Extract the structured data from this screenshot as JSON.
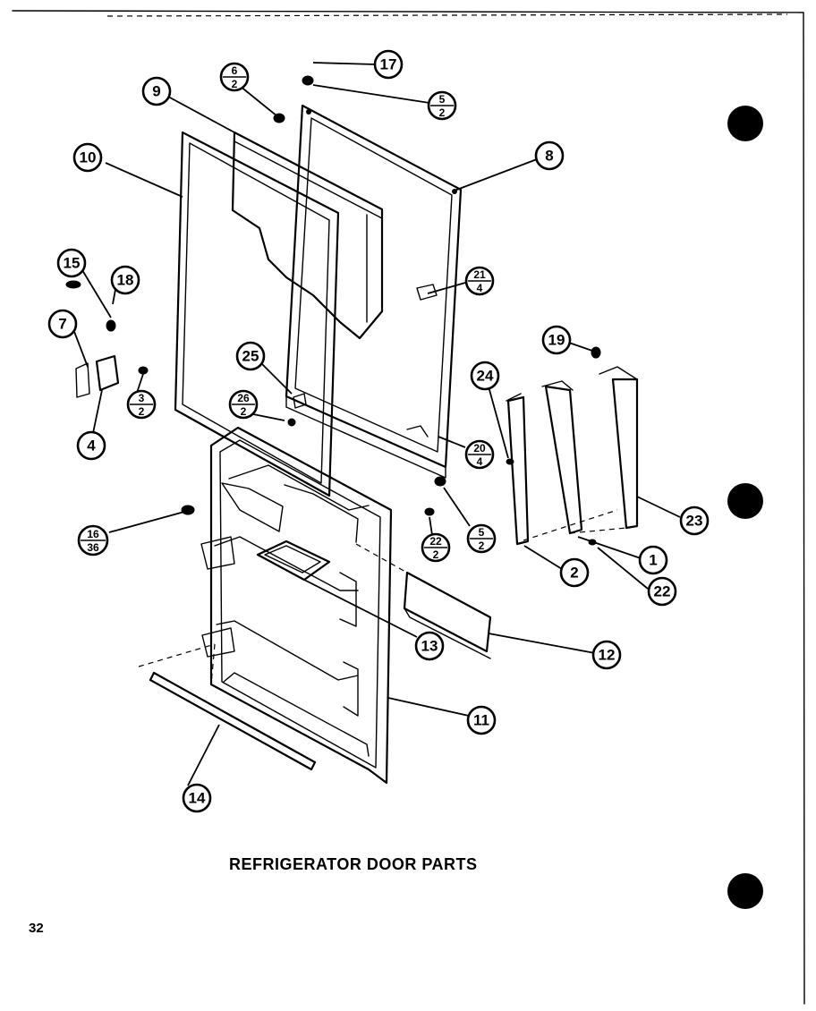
{
  "caption": "REFRIGERATOR DOOR PARTS",
  "page_number": "32",
  "callouts": {
    "p1": "1",
    "p2": "2",
    "p4": "4",
    "p7": "7",
    "p8": "8",
    "p9": "9",
    "p10": "10",
    "p11": "11",
    "p12": "12",
    "p13": "13",
    "p14": "14",
    "p15": "15",
    "p17": "17",
    "p18": "18",
    "p19": "19",
    "p22": "22",
    "p23": "23",
    "p24": "24",
    "p25": "25"
  },
  "fractions": {
    "f6_2": {
      "top": "6",
      "bottom": "2"
    },
    "f5_2a": {
      "top": "5",
      "bottom": "2"
    },
    "f21_4": {
      "top": "21",
      "bottom": "4"
    },
    "f3_2": {
      "top": "3",
      "bottom": "2"
    },
    "f26_2": {
      "top": "26",
      "bottom": "2"
    },
    "f20_4": {
      "top": "20",
      "bottom": "4"
    },
    "f5_2b": {
      "top": "5",
      "bottom": "2"
    },
    "f22_2": {
      "top": "22",
      "bottom": "2"
    },
    "f16_36": {
      "top": "16",
      "bottom": "36"
    }
  }
}
